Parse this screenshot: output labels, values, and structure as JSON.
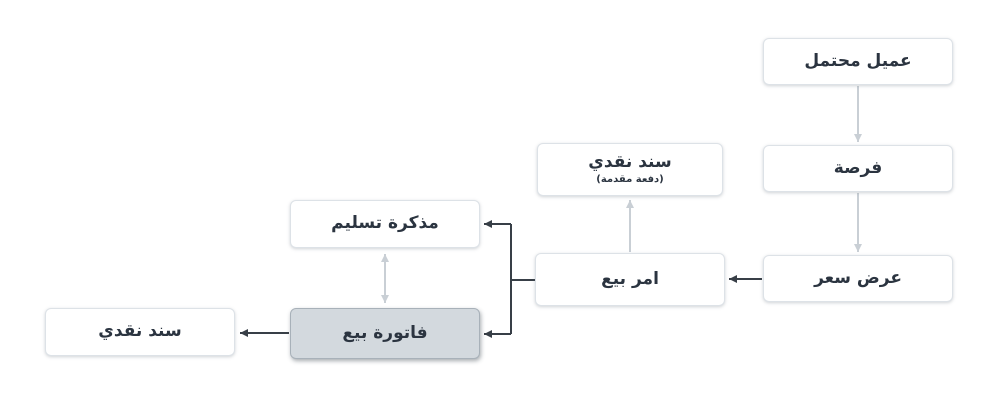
{
  "nodes": {
    "lead": {
      "label": "عميل محتمل"
    },
    "opportunity": {
      "label": "فرصة"
    },
    "quotation": {
      "label": "عرض سعر"
    },
    "advance_payment": {
      "label": "سند نقدي",
      "sublabel": "(دفعة مقدمة)"
    },
    "sales_order": {
      "label": "امر بيع"
    },
    "delivery_note": {
      "label": "مذكرة تسليم"
    },
    "sales_invoice": {
      "label": "فاتورة بيع"
    },
    "payment": {
      "label": "سند نقدي"
    }
  },
  "edges": [
    {
      "from": "lead",
      "to": "opportunity",
      "style": "light",
      "bidirectional": false
    },
    {
      "from": "opportunity",
      "to": "quotation",
      "style": "light",
      "bidirectional": false
    },
    {
      "from": "quotation",
      "to": "sales_order",
      "style": "dark",
      "bidirectional": false
    },
    {
      "from": "sales_order",
      "to": "advance_payment",
      "style": "light",
      "bidirectional": false
    },
    {
      "from": "sales_order",
      "to": "delivery_note",
      "style": "dark",
      "bidirectional": false
    },
    {
      "from": "sales_order",
      "to": "sales_invoice",
      "style": "dark",
      "bidirectional": false
    },
    {
      "from": "delivery_note",
      "to": "sales_invoice",
      "style": "light",
      "bidirectional": true
    },
    {
      "from": "sales_invoice",
      "to": "payment",
      "style": "dark",
      "bidirectional": false
    }
  ],
  "highlighted_node": "sales_invoice",
  "colors": {
    "canvas_bg": "#ffffff",
    "node_bg": "#ffffff",
    "node_border": "#dde2e7",
    "highlight_bg": "#d3d9de",
    "highlight_border": "#a8b1b9",
    "arrow_dark": "#383f47",
    "arrow_light": "#c9cfd5",
    "text": "#2b3440"
  }
}
